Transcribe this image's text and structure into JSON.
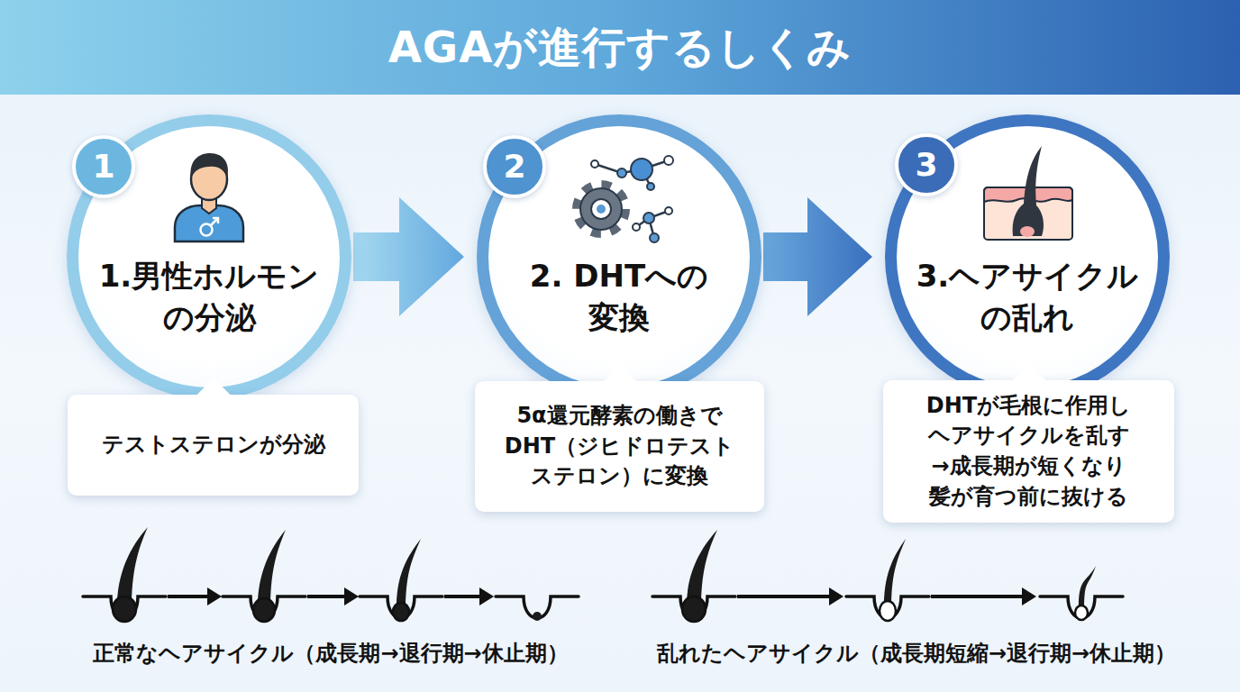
{
  "diagram": {
    "title": "AGAが進行するしくみ",
    "nodes": [
      {
        "text": [
          "1.男性ホルモン の分泌"
        ]
      },
      {
        "text": [
          "1"
        ],
        "in": 0
      },
      {
        "text": [
          "2. DHTへの 変換"
        ]
      },
      {
        "text": [
          "2"
        ],
        "in": 2
      },
      {
        "text": [
          "3.ヘアサイクル の乱れ"
        ]
      },
      {
        "text": [
          "3"
        ],
        "in": 4
      },
      {
        "text": [
          "テストステロンが分泌"
        ]
      },
      {
        "text": [
          "5α還元酵素の働きで DHT（ジヒドロテスト ステロン）に変換"
        ]
      },
      {
        "text": [
          "DHTが毛根に作用し ヘアサイクルを乱す →成長期が短くなり 髪が育つ前に抜ける"
        ]
      }
    ],
    "edges": [
      {
        "from": 0,
        "to": 2,
        "arrow": "to"
      },
      {
        "from": 2,
        "to": 4,
        "arrow": "to"
      }
    ],
    "labels": [
      "正常なヘアサイクル（成長期→退行期→休止期）",
      "乱れたヘアサイクル（成長期短縮→退行期→休止期）"
    ]
  }
}
